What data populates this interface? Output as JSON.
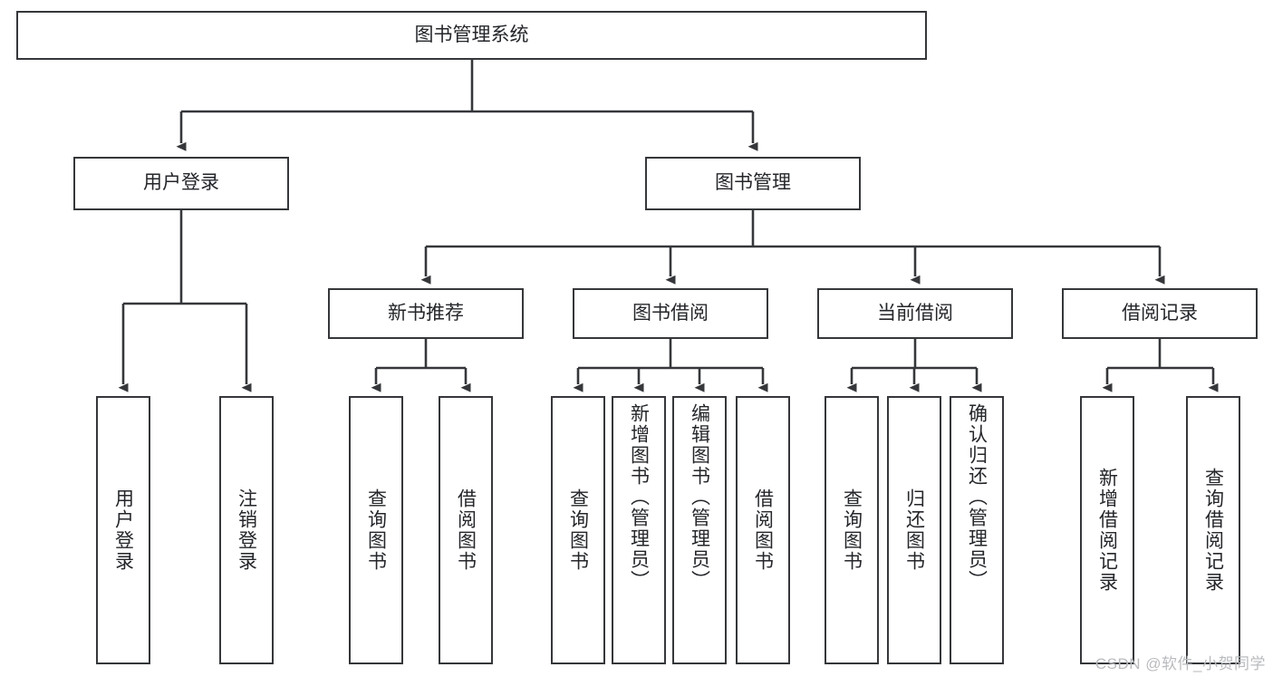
{
  "diagram": {
    "type": "tree",
    "title": "图书管理系统",
    "orientation": "top-down",
    "colors": {
      "box_border": "#35373a",
      "box_fill": "#ffffff",
      "link": "#35373a",
      "text": "#24262a",
      "watermark": "#b9bbbe"
    },
    "watermark": "CSDN @软件_小贺同学",
    "nodes": {
      "root": {
        "label": "图书管理系统"
      },
      "level1": [
        {
          "id": "user-login",
          "label": "用户登录"
        },
        {
          "id": "book-manage",
          "label": "图书管理"
        }
      ],
      "level2": [
        {
          "id": "new-book-rec",
          "label": "新书推荐",
          "parent": "book-manage"
        },
        {
          "id": "book-borrow",
          "label": "图书借阅",
          "parent": "book-manage"
        },
        {
          "id": "current-borrow",
          "label": "当前借阅",
          "parent": "book-manage"
        },
        {
          "id": "borrow-record",
          "label": "借阅记录",
          "parent": "book-manage"
        }
      ],
      "leaves": [
        {
          "id": "leaf-user-login",
          "label": "用户登录",
          "parent": "user-login"
        },
        {
          "id": "leaf-logout",
          "label": "注销登录",
          "parent": "user-login"
        },
        {
          "id": "leaf-query-book-1",
          "label": "查询图书",
          "parent": "new-book-rec"
        },
        {
          "id": "leaf-borrow-book-1",
          "label": "借阅图书",
          "parent": "new-book-rec"
        },
        {
          "id": "leaf-query-book-2",
          "label": "查询图书",
          "parent": "book-borrow"
        },
        {
          "id": "leaf-add-book",
          "label": "新增图书（管理员）",
          "parent": "book-borrow"
        },
        {
          "id": "leaf-edit-book",
          "label": "编辑图书（管理员）",
          "parent": "book-borrow"
        },
        {
          "id": "leaf-borrow-book-2",
          "label": "借阅图书",
          "parent": "book-borrow"
        },
        {
          "id": "leaf-query-book-3",
          "label": "查询图书",
          "parent": "current-borrow"
        },
        {
          "id": "leaf-return-book",
          "label": "归还图书",
          "parent": "current-borrow"
        },
        {
          "id": "leaf-confirm-return",
          "label": "确认归还（管理员）",
          "parent": "current-borrow"
        },
        {
          "id": "leaf-add-record",
          "label": "新增借阅记录",
          "parent": "borrow-record"
        },
        {
          "id": "leaf-query-record",
          "label": "查询借阅记录",
          "parent": "borrow-record"
        }
      ]
    }
  }
}
